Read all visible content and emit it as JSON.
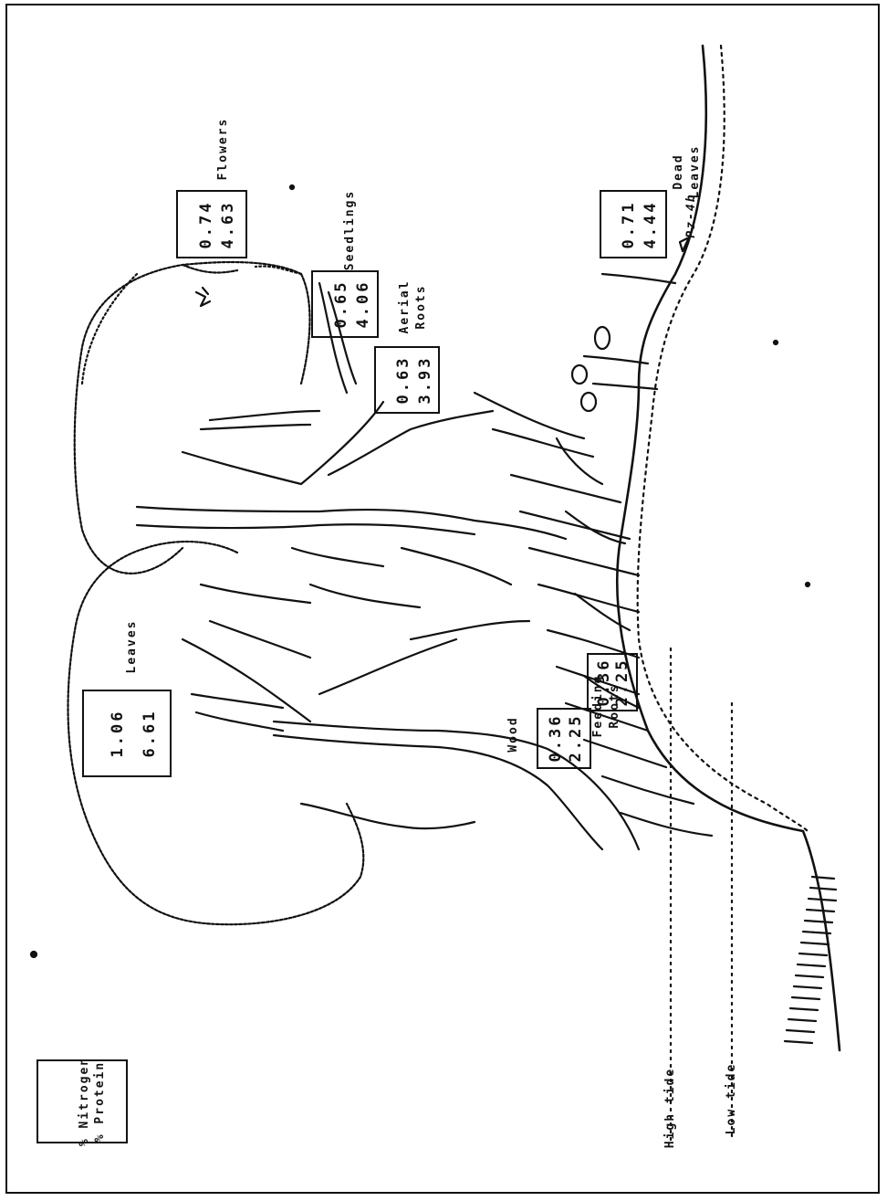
{
  "legend": {
    "line1": "% Nitrogen",
    "line2": "% Protein"
  },
  "labels": {
    "flowers": "Flowers",
    "seedlings": "Seedlings",
    "aerial_roots_1": "Aerial",
    "aerial_roots_2": "Roots",
    "dead_leaves_1": "Dead",
    "dead_leaves_2": "Leaves",
    "leaves": "Leaves",
    "wood": "Wood",
    "feeding_roots_1": "Feeding",
    "feeding_roots_2": "Roots",
    "high_tide": "High tide",
    "low_tide": "Low tide",
    "ground_mark": "Pz-4b"
  },
  "values": {
    "flowers": {
      "nitrogen": "0.74",
      "protein": "4.63"
    },
    "seedlings": {
      "nitrogen": "0.65",
      "protein": "4.06"
    },
    "aerial_roots": {
      "nitrogen": "0.63",
      "protein": "3.93"
    },
    "dead_leaves": {
      "nitrogen": "0.71",
      "protein": "4.44"
    },
    "leaves": {
      "nitrogen": "1.06",
      "protein": "6.61"
    },
    "wood": {
      "nitrogen": "0.36",
      "protein": "2.25"
    },
    "feeding_roots": {
      "nitrogen": "0.36",
      "protein": "2.25"
    }
  },
  "colors": {
    "ink": "#111111",
    "paper": "#ffffff"
  }
}
